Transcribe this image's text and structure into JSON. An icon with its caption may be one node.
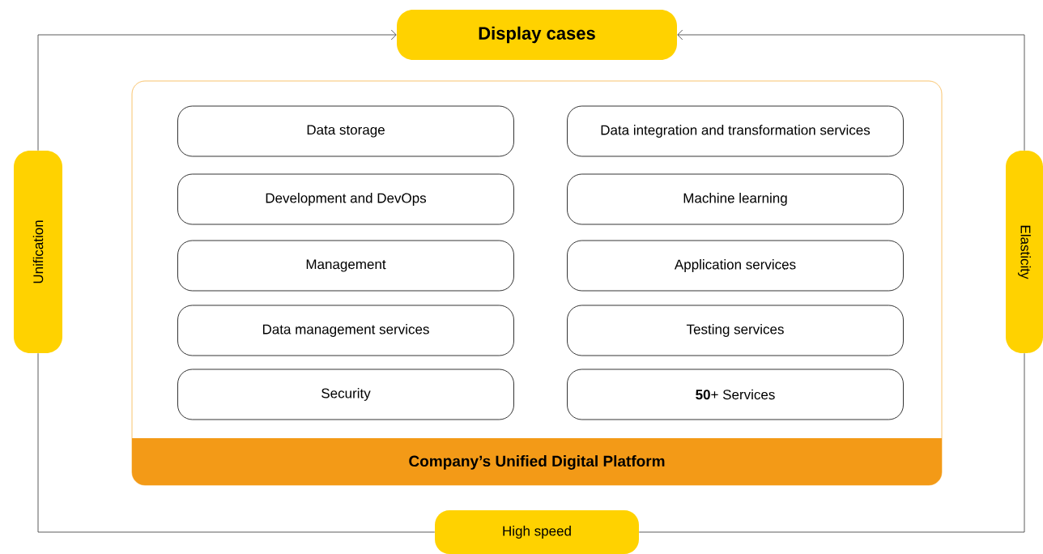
{
  "diagram": {
    "nodes": [
      {
        "text": [
          "Display cases"
        ]
      },
      {
        "text": [
          "Unification"
        ]
      },
      {
        "text": [
          "Elasticity"
        ]
      },
      {
        "text": [
          "Company’s Unified Digital Platform"
        ]
      },
      {
        "text": [
          "Data storage"
        ],
        "in": 3
      },
      {
        "text": [
          "Data integration and transformation services"
        ],
        "in": 3
      },
      {
        "text": [
          "Development and DevOps"
        ],
        "in": 3
      },
      {
        "text": [
          "Machine learning"
        ],
        "in": 3
      },
      {
        "text": [
          "Management"
        ],
        "in": 3
      },
      {
        "text": [
          "Application services"
        ],
        "in": 3
      },
      {
        "text": [
          "Data management services"
        ],
        "in": 3
      },
      {
        "text": [
          "Testing services"
        ],
        "in": 3
      },
      {
        "text": [
          "Security"
        ],
        "in": 3
      },
      {
        "text": [
          "**50**+ Services"
        ],
        "in": 3
      },
      {
        "text": [
          "High speed"
        ]
      }
    ],
    "edges": [
      {
        "from": 1,
        "to": 0,
        "arrow": "to"
      },
      {
        "from": 2,
        "to": 0,
        "arrow": "to"
      },
      {
        "from": 1,
        "to": 14,
        "arrow": "none"
      },
      {
        "from": 14,
        "to": 2,
        "arrow": "none"
      }
    ]
  }
}
